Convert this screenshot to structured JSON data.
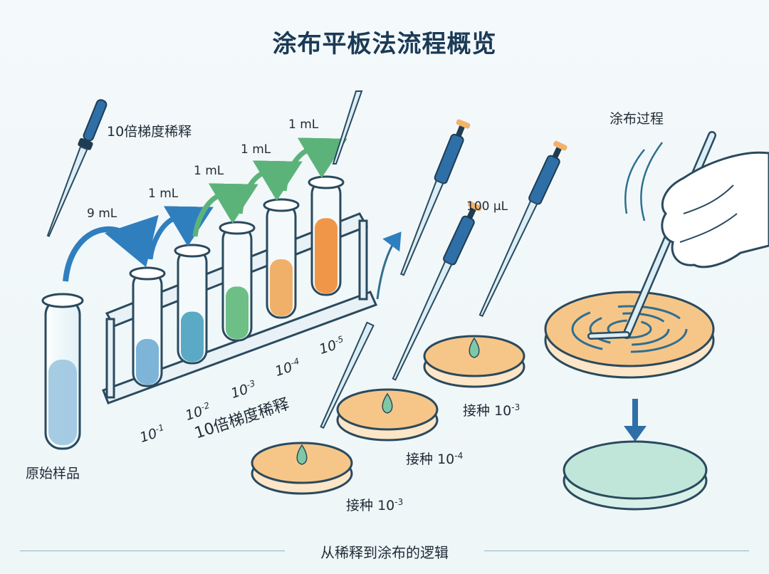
{
  "title": "涂布平板法流程概览",
  "labels": {
    "dilution_top": "10倍梯度稀释",
    "dilution_axis": "10倍梯度稀释",
    "original_sample": "原始样品",
    "spread_process": "涂布过程",
    "vol_9ml": "9 mL",
    "vol_1ml": "1 mL",
    "vol_100ul": "100 µL",
    "inoculate_prefix": "接种",
    "footer": "从稀释到涂布的逻辑"
  },
  "dilution_tubes": [
    {
      "base": "10",
      "exp": "-1",
      "liquid": "#7db4d8",
      "fill": 0.4
    },
    {
      "base": "10",
      "exp": "-2",
      "liquid": "#5aaac6",
      "fill": 0.44
    },
    {
      "base": "10",
      "exp": "-3",
      "liquid": "#6dbf86",
      "fill": 0.46
    },
    {
      "base": "10",
      "exp": "-4",
      "liquid": "#f0b06a",
      "fill": 0.5
    },
    {
      "base": "10",
      "exp": "-5",
      "liquid": "#ef9648",
      "fill": 0.66
    }
  ],
  "plates": [
    {
      "base": "10",
      "exp": "-3"
    },
    {
      "base": "10",
      "exp": "-4"
    },
    {
      "base": "10",
      "exp": "-3"
    }
  ],
  "colors": {
    "title": "#1b3a56",
    "arrow_blue": "#2f7fbf",
    "arrow_green": "#5cb37a",
    "pipette_blue": "#2f6fa8",
    "agar": "#f6c689",
    "agar_green": "#bfe6d9"
  }
}
